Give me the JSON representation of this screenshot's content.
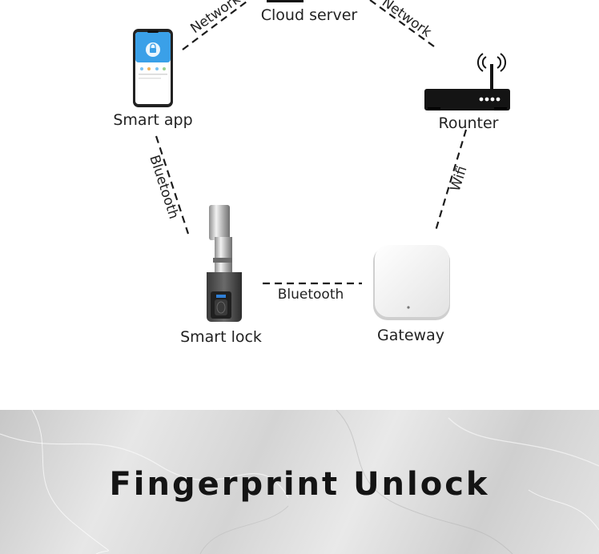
{
  "nodes": {
    "cloud_server": "Cloud server",
    "smart_app": "Smart app",
    "router": "Rounter",
    "smart_lock": "Smart lock",
    "gateway": "Gateway"
  },
  "edges": {
    "app_cloud": "Network",
    "cloud_router": "Network",
    "app_lock": "Bluetooth",
    "router_gateway": "Wifi",
    "lock_gateway": "Bluetooth"
  },
  "banner": {
    "title": "Fingerprint Unlock"
  },
  "colors": {
    "app_accent": "#3aa0e8",
    "router_body": "#141414",
    "gateway_body": "#f3f3f3",
    "banner_marble": "#d9d9d9"
  }
}
